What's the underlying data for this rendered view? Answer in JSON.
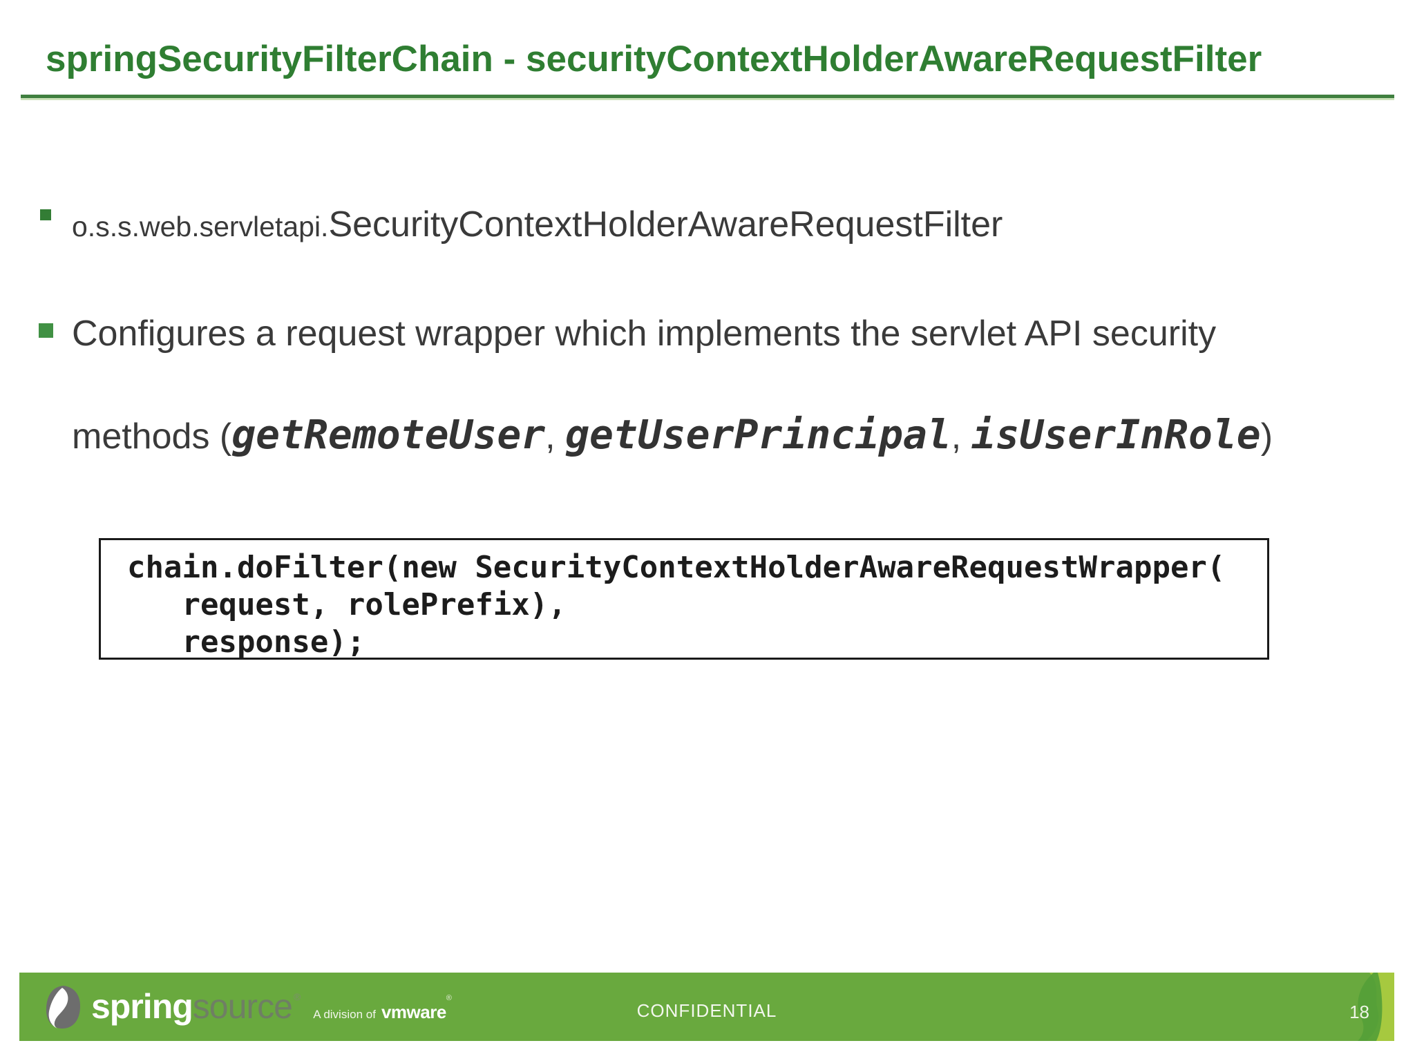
{
  "slide": {
    "title": "springSecurityFilterChain - securityContextHolderAwareRequestFilter",
    "bullet1": {
      "package_prefix": "o.s.s.web.servletapi.",
      "class_name": "SecurityContextHolderAwareRequestFilter"
    },
    "bullet2": {
      "line1": "Configures a request wrapper which implements the servlet API security",
      "line2_prefix": "methods (",
      "method1": "getRemoteUser",
      "sep1": ", ",
      "method2": "getUserPrincipal",
      "sep2": ", ",
      "method3": "isUserInRole",
      "line2_suffix": ")"
    },
    "code": {
      "line1": "chain.doFilter(new SecurityContextHolderAwareRequestWrapper(",
      "line2": "   request, rolePrefix),",
      "line3": "   response);"
    },
    "footer": {
      "brand_spring": "spring",
      "brand_source": "source",
      "brand_mark": "®",
      "division_text": "A division of",
      "vmware_text": "vmware",
      "vmware_mark": "®",
      "confidential": "CONFIDENTIAL",
      "page_number": "18"
    },
    "colors": {
      "title_green": "#2f7e32",
      "rule_green": "#3f7f3f",
      "bullet1_green": "#337d35",
      "bullet2_green": "#419144",
      "body_text": "#3a3a3a",
      "code_text": "#1c1c1c",
      "footer_bar_green": "#69a93e",
      "footer_leaf_light": "#a6c93f",
      "footer_leaf_dark": "#55a037",
      "logo_gray": "#6d6d6d"
    }
  }
}
